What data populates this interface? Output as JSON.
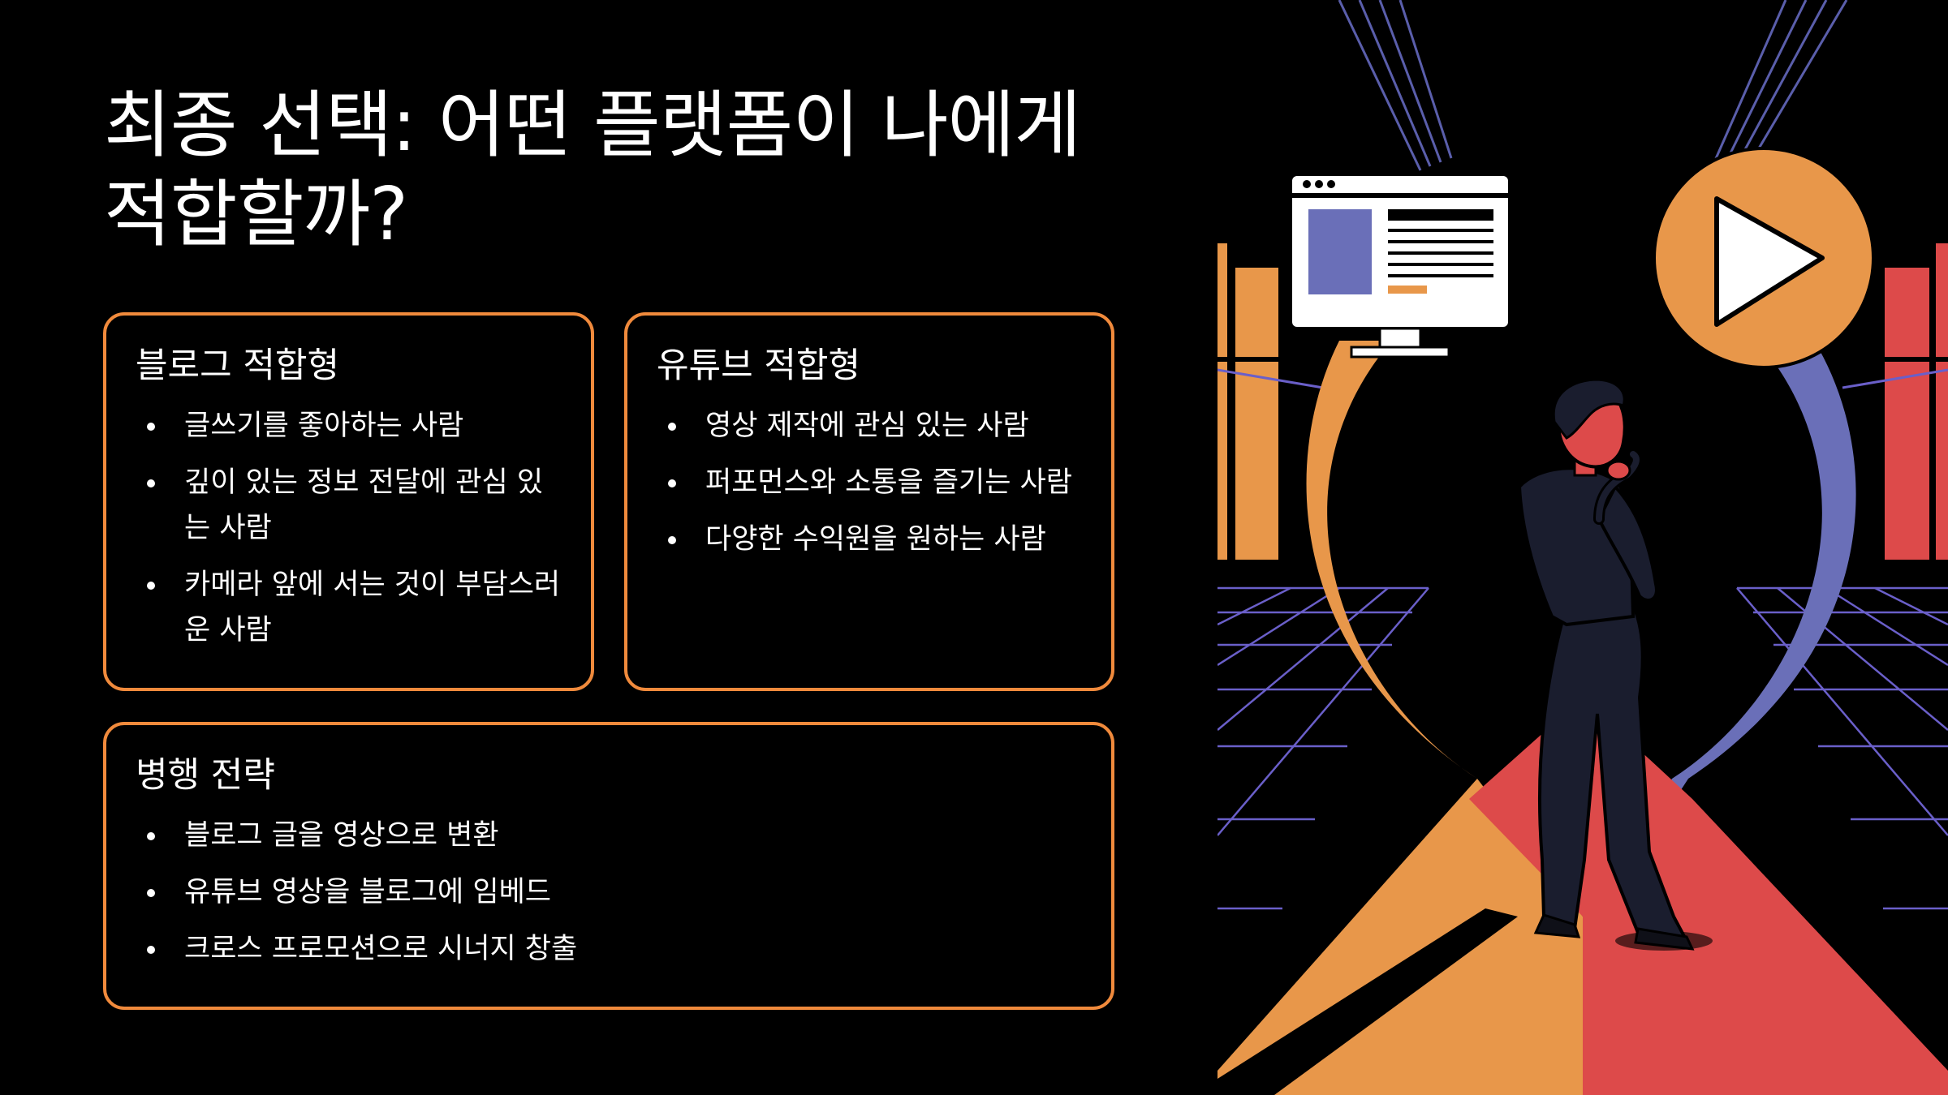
{
  "title": "최종 선택: 어떤 플랫폼이 나에게 적합할까?",
  "cards": [
    {
      "heading": "블로그 적합형",
      "items": [
        "글쓰기를 좋아하는 사람",
        "깊이 있는 정보 전달에 관심 있는 사람",
        "카메라 앞에 서는 것이 부담스러운 사람"
      ]
    },
    {
      "heading": "유튜브 적합형",
      "items": [
        "영상 제작에 관심 있는 사람",
        "퍼포먼스와 소통을 즐기는 사람",
        "다양한 수익원을 원하는 사람"
      ]
    },
    {
      "heading": "병행 전략",
      "items": [
        "블로그 글을 영상으로 변환",
        "유튜브 영상을 블로그에 임베드",
        "크로스 프로모션으로 시너지 창출"
      ]
    }
  ],
  "colors": {
    "accent_orange": "#f08a3c",
    "path_orange": "#e8974a",
    "path_blue": "#6a6fb8",
    "path_red": "#dd4a4a",
    "grid_purple": "#6a5fc9"
  },
  "illustration": {
    "icons": [
      "browser-window-icon",
      "play-button-icon"
    ]
  }
}
